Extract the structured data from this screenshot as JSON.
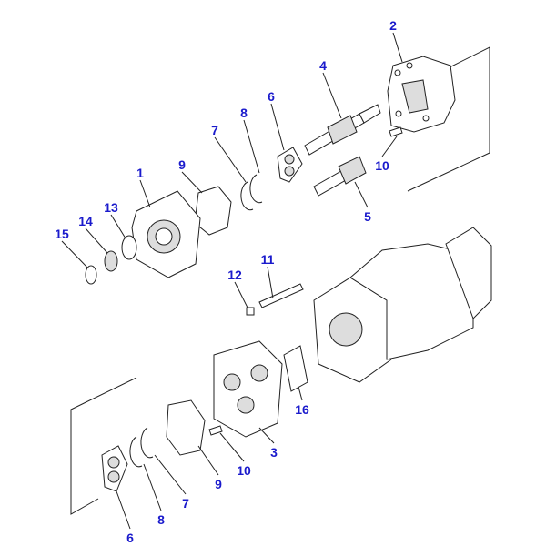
{
  "diagram": {
    "callouts": [
      "2",
      "4",
      "6",
      "8",
      "7",
      "9",
      "10",
      "1",
      "5",
      "13",
      "14",
      "15",
      "11",
      "12",
      "16",
      "3",
      "10",
      "9",
      "7",
      "8",
      "6"
    ],
    "label_color": "#1a1acc"
  }
}
